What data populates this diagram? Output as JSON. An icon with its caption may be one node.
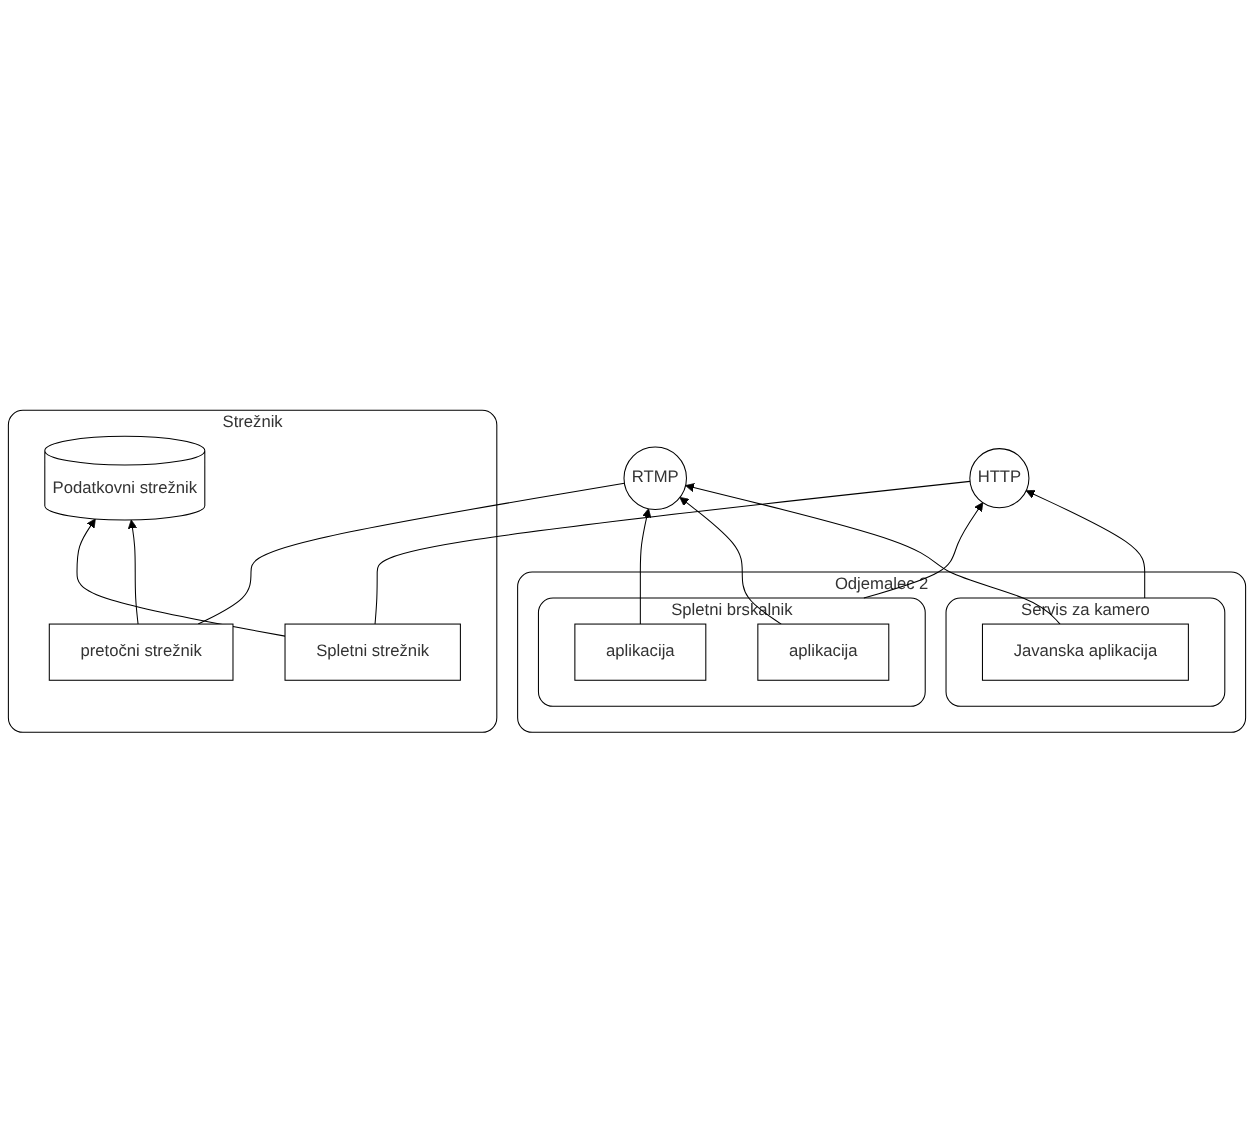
{
  "diagram": {
    "nodes": [
      {
        "text": [
          "Strežnik"
        ]
      },
      {
        "text": [
          "Podatkovni strežnik"
        ],
        "in": 0
      },
      {
        "text": [
          "Spletni strežnik"
        ],
        "in": 0
      },
      {
        "text": [
          "pretočni strežnik"
        ],
        "in": 0
      },
      {
        "text": [
          "RTMP"
        ]
      },
      {
        "text": [
          "HTTP"
        ]
      },
      {
        "text": [
          "Odjemalec 2"
        ]
      },
      {
        "text": [
          "Servis za kamero"
        ],
        "in": 6
      },
      {
        "text": [
          "Javanska aplikacija"
        ],
        "in": 7
      },
      {
        "text": [
          "Spletni brskalnik"
        ],
        "in": 6
      },
      {
        "text": [
          "aplikacija"
        ],
        "in": 9
      },
      {
        "text": [
          "aplikacija"
        ],
        "in": 9
      }
    ],
    "edges": [
      {
        "from": 3,
        "to": 1,
        "arrow": "to"
      },
      {
        "from": 2,
        "to": 1,
        "arrow": "to"
      },
      {
        "from": 3,
        "to": 4,
        "arrow": "none"
      },
      {
        "from": 2,
        "to": 5,
        "arrow": "none"
      },
      {
        "from": 8,
        "to": 4,
        "arrow": "to"
      },
      {
        "from": 7,
        "to": 5,
        "arrow": "to"
      },
      {
        "from": 10,
        "to": 4,
        "arrow": "to"
      },
      {
        "from": 11,
        "to": 4,
        "arrow": "to"
      },
      {
        "from": 9,
        "to": 5,
        "arrow": "to"
      }
    ]
  }
}
